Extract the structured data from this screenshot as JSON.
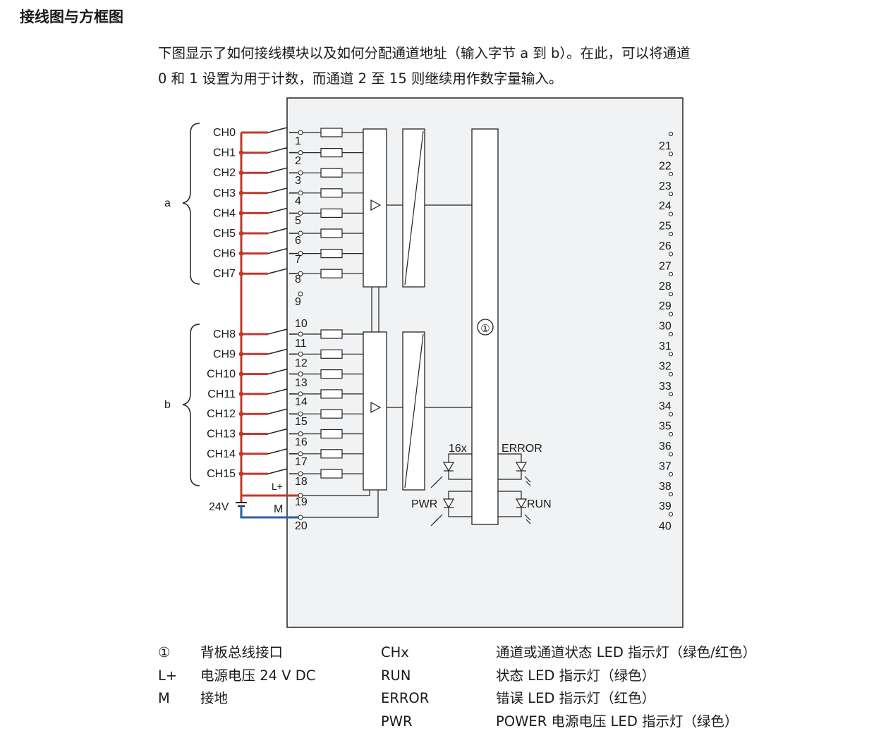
{
  "heading": "接线图与方框图",
  "intro": {
    "line1": "下图显示了如何接线模块以及如何分配通道地址（输入字节 a 到 b）。在此，可以将通道",
    "line2": "0 和 1 设置为用于计数，而通道 2 至 15 则继续用作数字量输入。"
  },
  "diagram": {
    "group_a": "a",
    "group_b": "b",
    "channels": [
      "CH0",
      "CH1",
      "CH2",
      "CH3",
      "CH4",
      "CH5",
      "CH6",
      "CH7",
      "CH8",
      "CH9",
      "CH10",
      "CH11",
      "CH12",
      "CH13",
      "CH14",
      "CH15"
    ],
    "terminals_left": [
      "1",
      "2",
      "3",
      "4",
      "5",
      "6",
      "7",
      "8",
      "9",
      "10",
      "11",
      "12",
      "13",
      "14",
      "15",
      "16",
      "17",
      "18",
      "19",
      "20"
    ],
    "terminals_right": [
      "21",
      "22",
      "23",
      "24",
      "25",
      "26",
      "27",
      "28",
      "29",
      "30",
      "31",
      "32",
      "33",
      "34",
      "35",
      "36",
      "37",
      "38",
      "39",
      "40"
    ],
    "supply_voltage": "24V",
    "lplus": "L+",
    "m": "M",
    "bus_marker": "①",
    "led_16x": "16x",
    "led_error": "ERROR",
    "led_pwr": "PWR",
    "led_run": "RUN",
    "colors": {
      "supply_wire": "#c0392b",
      "ground_wire": "#2e5fa3",
      "module_bg": "#f1f2f3",
      "line": "#222222"
    }
  },
  "legend": {
    "col1": [
      {
        "symbol": "①",
        "text": "背板总线接口"
      },
      {
        "symbol": "L+",
        "text": "电源电压 24 V DC"
      },
      {
        "symbol": "M",
        "text": "接地"
      }
    ],
    "col2": [
      {
        "term": "CHx",
        "text": "通道或通道状态 LED 指示灯（绿色/红色）"
      },
      {
        "term": "RUN",
        "text": "状态 LED 指示灯（绿色）"
      },
      {
        "term": "ERROR",
        "text": "错误 LED 指示灯（红色）"
      },
      {
        "term": "PWR",
        "text": "POWER 电源电压 LED 指示灯（绿色）"
      }
    ]
  }
}
